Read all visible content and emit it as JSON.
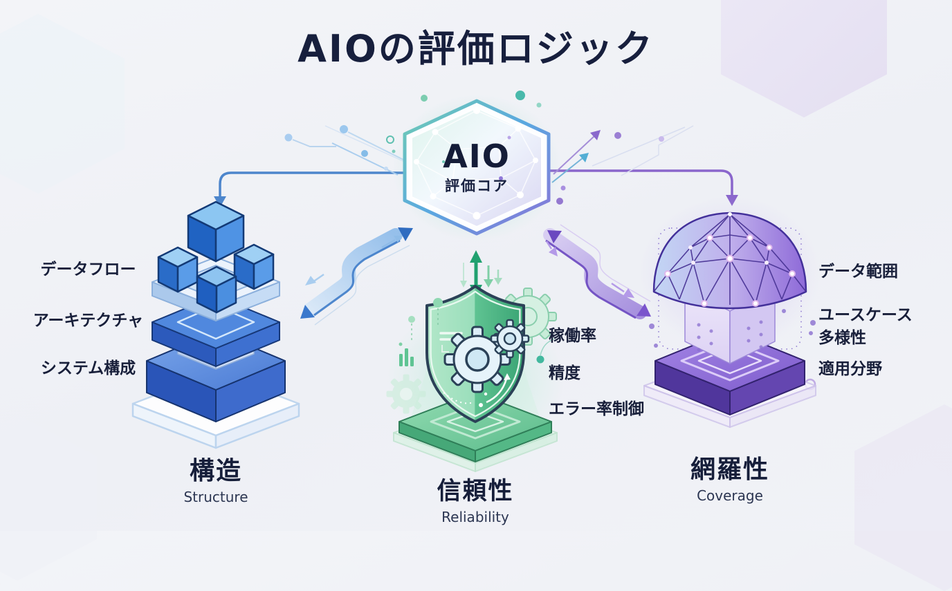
{
  "title": "AIOの評価ロジック",
  "core": {
    "name": "AIO",
    "subtitle": "評価コア"
  },
  "branches": {
    "structure": {
      "caption_ja": "構造",
      "caption_en": "Structure",
      "items": [
        "データフロー",
        "アーキテクチャ",
        "システム構成"
      ],
      "icon": "layered-stack-icon",
      "accent": "#3b74d4"
    },
    "reliability": {
      "caption_ja": "信頼性",
      "caption_en": "Reliability",
      "items": [
        "稼働率",
        "精度",
        "エラー率制御"
      ],
      "icon": "shield-gear-icon",
      "accent": "#2aa876"
    },
    "coverage": {
      "caption_ja": "網羅性",
      "caption_en": "Coverage",
      "items": [
        "データ範囲",
        "ユースケース\n多様性",
        "適用分野"
      ],
      "icon": "geodesic-dome-icon",
      "accent": "#7a5bd0"
    }
  },
  "colors": {
    "title_text": "#171f3d",
    "label_text": "#181f3a",
    "structure_accent": "#3b74d4",
    "reliability_accent": "#2aa876",
    "coverage_accent": "#7a5bd0",
    "background": "#f1f2f6"
  }
}
